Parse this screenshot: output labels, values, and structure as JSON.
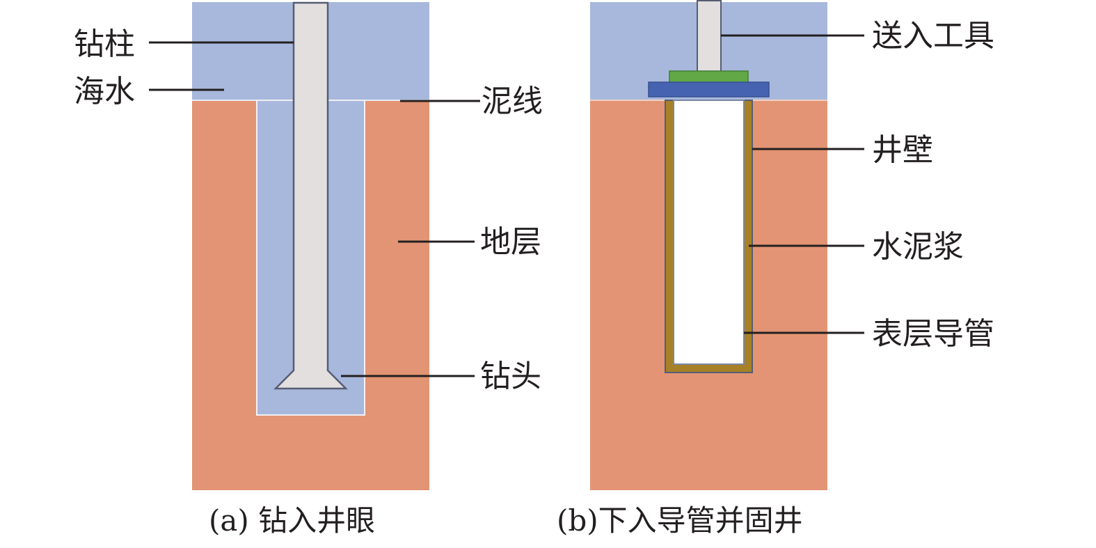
{
  "colors": {
    "seawater": "#a8b8dc",
    "formation": "#e39474",
    "drill_string": "#e2dfde",
    "outline": "#555d73",
    "leader": "#231f20",
    "running_tool_cap": "#62a847",
    "wellhead_plate": "#4563b0",
    "cement": "#a78127",
    "casing_inner": "#ffffff"
  },
  "panel_a": {
    "caption": "(a) 钻入井眼",
    "labels": {
      "drill_string": "钻柱",
      "seawater": "海水",
      "mudline": "泥线",
      "formation": "地层",
      "drill_bit": "钻头"
    }
  },
  "panel_b": {
    "caption": "(b)下入导管并固井",
    "labels": {
      "running_tool": "送入工具",
      "borehole_wall": "井壁",
      "cement_slurry": "水泥浆",
      "surface_conductor": "表层导管"
    }
  }
}
